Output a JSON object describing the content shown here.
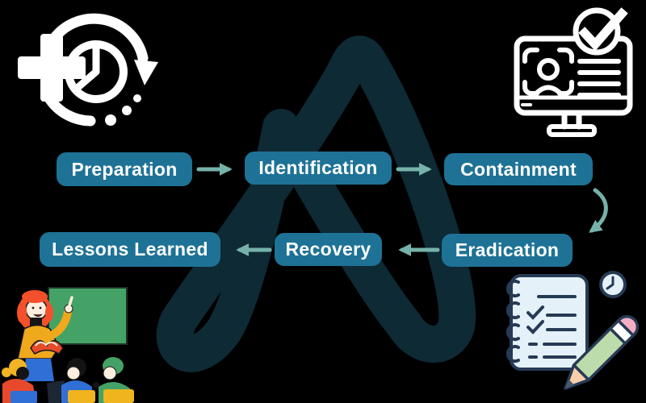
{
  "diagram": {
    "type": "flow",
    "steps": [
      {
        "label": "Preparation"
      },
      {
        "label": "Identification"
      },
      {
        "label": "Containment"
      },
      {
        "label": "Eradication"
      },
      {
        "label": "Recovery"
      },
      {
        "label": "Lessons Learned"
      }
    ],
    "flow_order": [
      "Preparation",
      "Identification",
      "Containment",
      "Eradication",
      "Recovery",
      "Lessons Learned"
    ]
  },
  "colors": {
    "background": "#000000",
    "pill_fill": "#1e7296",
    "pill_text": "#ffffff",
    "arrow": "#76b2a9",
    "watermark": "#0e2a35",
    "board_green": "#44a266",
    "sweater_yellow": "#f0a81c",
    "book_red": "#e74c2a",
    "chair_yellow": "#f0b41f",
    "shirt_blue": "#2f6fd6",
    "pencil_green": "#bddcab",
    "eraser_pink": "#f6aec3",
    "notepad_blue": "#e4f1f8"
  },
  "icons": {
    "top_left": "history-clock-plus-icon",
    "top_right": "id-verification-monitor-icon",
    "bottom_right": "checklist-pencil-icon",
    "bottom_left": "classroom-teaching-illustration",
    "watermark": "letter-a-logo-watermark"
  }
}
